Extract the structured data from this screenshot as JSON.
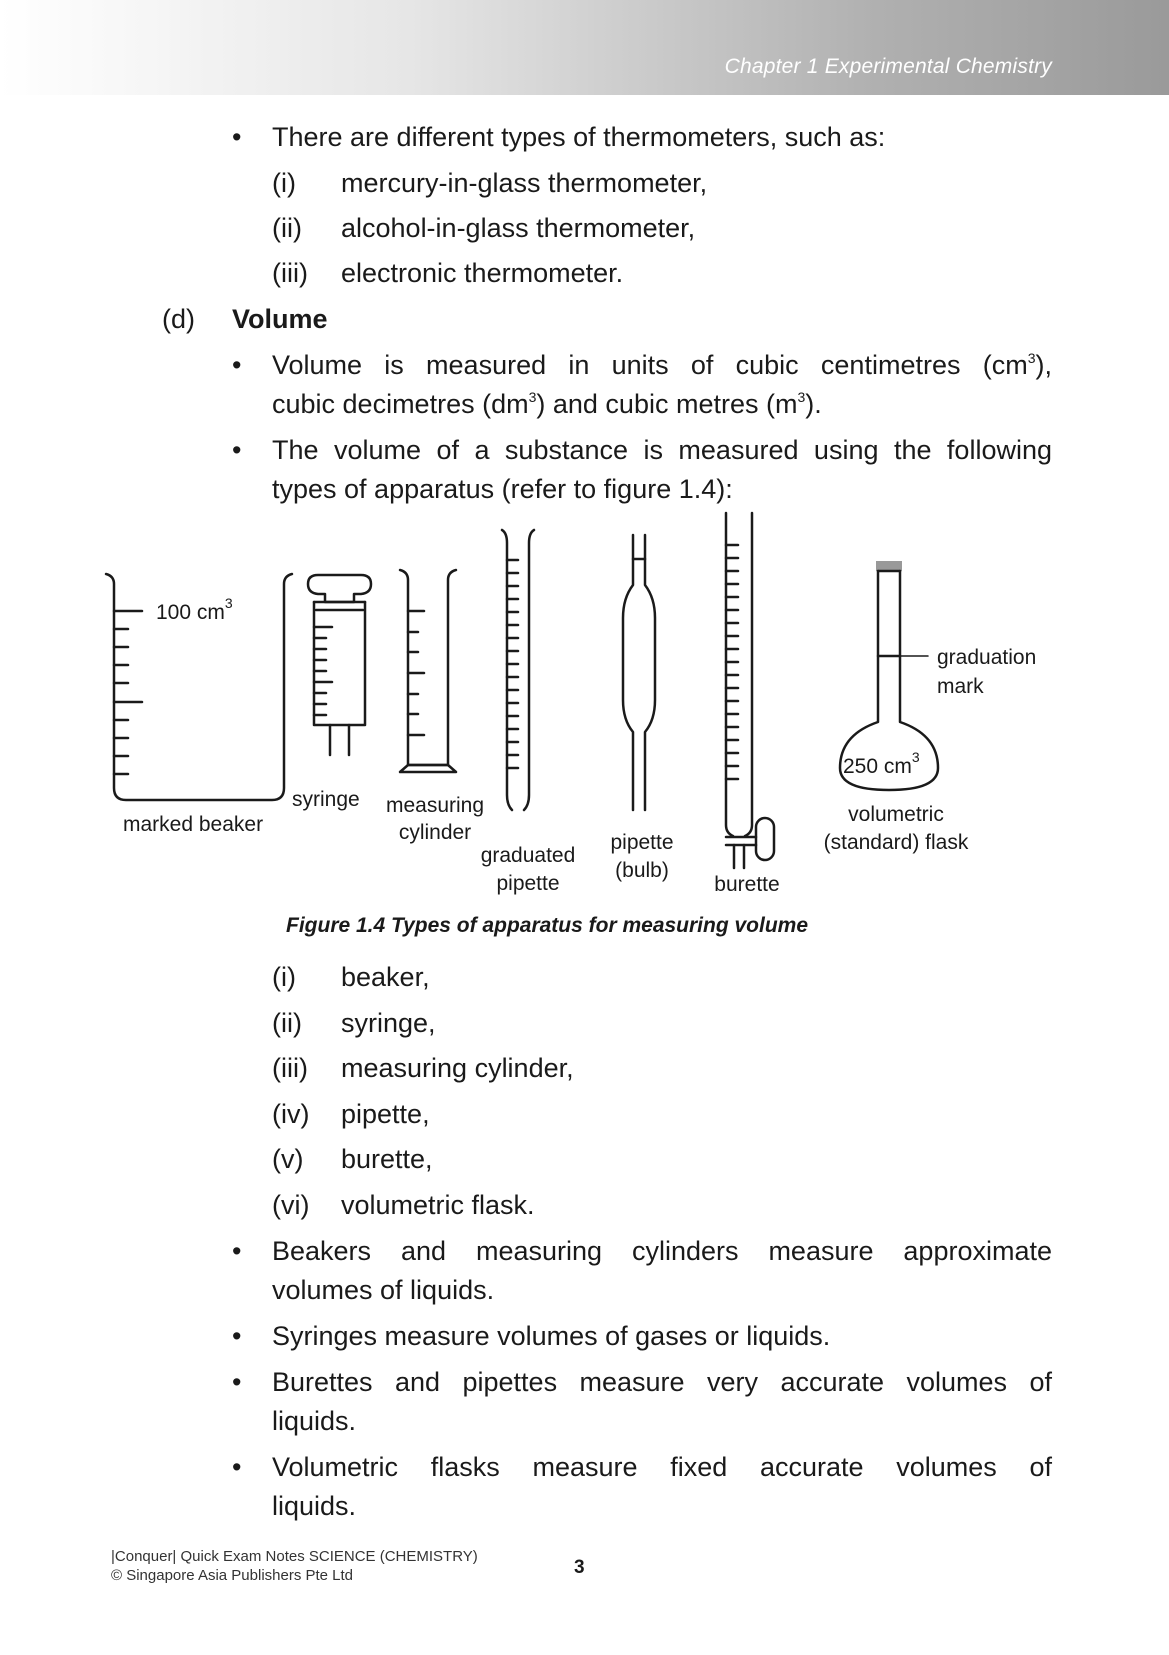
{
  "header": {
    "title": "Chapter 1  Experimental Chemistry"
  },
  "thermometers": {
    "intro": "There are different types of thermometers, such as:",
    "items": [
      {
        "num": "(i)",
        "text": "mercury-in-glass thermometer,"
      },
      {
        "num": "(ii)",
        "text": "alcohol-in-glass thermometer,"
      },
      {
        "num": "(iii)",
        "text": "electronic thermometer."
      }
    ]
  },
  "volume": {
    "label": "(d)",
    "heading": "Volume",
    "b1_line1": "Volume is measured in units of cubic centimetres (cm",
    "b1_line1_end": "),",
    "b1_line2a": "cubic decimetres (dm",
    "b1_line2b": ") and cubic metres (m",
    "b1_line2c": ").",
    "sup3": "3",
    "b2_line1": "The volume of a substance is measured using the following",
    "b2_line2": "types of apparatus (refer to figure 1.4):"
  },
  "figure": {
    "caption": "Figure 1.4  Types of apparatus for measuring volume",
    "beaker_mark": "100 cm",
    "labels": {
      "marked_beaker": "marked beaker",
      "syringe": "syringe",
      "measuring_cylinder_1": "measuring",
      "measuring_cylinder_2": "cylinder",
      "graduated_pipette_1": "graduated",
      "graduated_pipette_2": "pipette",
      "pipette_bulb_1": "pipette",
      "pipette_bulb_2": "(bulb)",
      "burette": "burette",
      "flask_1": "volumetric",
      "flask_2": "(standard) flask",
      "graduation_1": "graduation",
      "graduation_2": "mark",
      "flask_volume": "250 cm"
    }
  },
  "apparatus_list": [
    {
      "num": "(i)",
      "text": "beaker,"
    },
    {
      "num": "(ii)",
      "text": "syringe,"
    },
    {
      "num": "(iii)",
      "text": "measuring cylinder,"
    },
    {
      "num": "(iv)",
      "text": "pipette,"
    },
    {
      "num": "(v)",
      "text": "burette,"
    },
    {
      "num": "(vi)",
      "text": "volumetric flask."
    }
  ],
  "notes": {
    "n1_line1": "Beakers and measuring cylinders measure approximate",
    "n1_line2": "volumes of liquids.",
    "n2": "Syringes measure volumes of gases or liquids.",
    "n3_line1": "Burettes and pipettes measure very accurate volumes of",
    "n3_line2": "liquids.",
    "n4_line1": "Volumetric flasks measure fixed accurate volumes of",
    "n4_line2": "liquids."
  },
  "bullet_symbol": "•",
  "footer": {
    "line1": "|Conquer| Quick Exam Notes SCIENCE (CHEMISTRY)",
    "line2": "© Singapore Asia Publishers Pte Ltd",
    "page": "3"
  }
}
